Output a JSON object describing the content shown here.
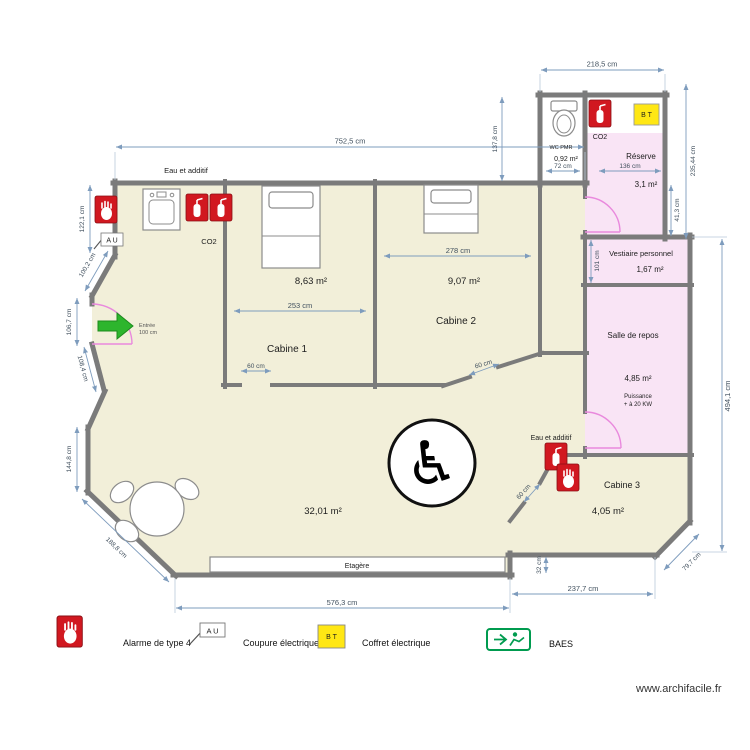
{
  "watermark": "www.archifacile.fr",
  "icons": {
    "wheelchair": "♿"
  },
  "colors": {
    "room_beige": "#f2efd9",
    "room_pink": "#f9e4f5",
    "room_white": "#ffffff",
    "wall_gray": "#7b7b7b",
    "dimension_blue": "#7e9cbd",
    "alarm_red": "#d11820",
    "coffret_yellow": "#ffe714",
    "baes_green": "#009b4f",
    "entrance_green": "#2db52d",
    "door_pink": "#e989dd"
  },
  "rooms": {
    "cabine1": {
      "label": "Cabine 1",
      "area": "8,63 m²"
    },
    "cabine2": {
      "label": "Cabine 2",
      "area": "9,07 m²"
    },
    "cabine3": {
      "label": "Cabine 3",
      "area": "4,05 m²"
    },
    "main_room": {
      "area": "32,01 m²"
    },
    "wc": {
      "label": "WC PMR",
      "area": "0,92 m²"
    },
    "reserve": {
      "label": "Réserve",
      "area": "3,1 m²"
    },
    "vestiaire": {
      "label": "Vestiaire personnel",
      "area": "1,67 m²"
    },
    "salle_repos": {
      "label": "Salle de repos",
      "area": "4,85 m²",
      "note1": "Puissance",
      "note2": "+ à 20 KW"
    },
    "etagere": {
      "label": "Etagère"
    }
  },
  "annotations": {
    "eau_additif": "Eau et additif",
    "co2": "CO2",
    "entree": "Entrée",
    "entree_size": "100 cm",
    "coupure_symbol": "A U",
    "coffret_symbol": "B T"
  },
  "dimensions": {
    "top_main": "752,5 cm",
    "top_right": "218,5 cm",
    "wc_left": "137,8 cm",
    "right_upper": "235,44 cm",
    "reserve_right": "41,3 cm",
    "left_a": "122,1 cm",
    "left_b": "100,2 cm",
    "left_c": "106,7 cm",
    "left_d": "108,4 cm",
    "left_e": "144,8 cm",
    "left_f": "188,8 cm",
    "bottom_main": "576,3 cm",
    "bottom_right": "237,7 cm",
    "bottom_diag": "79,7 cm",
    "right_full": "494,1 cm",
    "cabine1_width": "253 cm",
    "cabine2_width": "278 cm",
    "door": "60 cm",
    "wc_width": "72 cm",
    "reserve_width": "136 cm",
    "vestiaire_left": "101 cm",
    "step": "32 cm"
  },
  "legend": {
    "alarme": "Alarme de type 4",
    "coupure": "Coupure électrique",
    "coffret": "Coffret électrique",
    "baes": "BAES"
  }
}
